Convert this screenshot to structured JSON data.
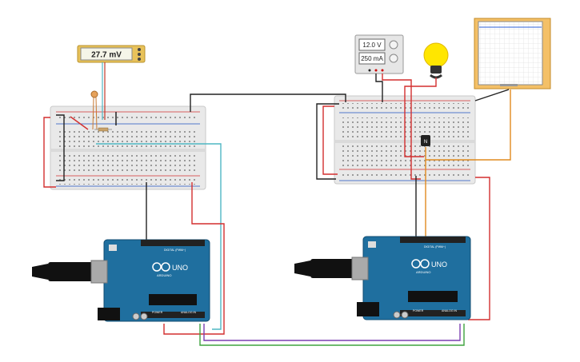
{
  "multimeter": {
    "reading": "27.7 mV"
  },
  "power_supply": {
    "voltage": "12.0 V",
    "current": "250 mA"
  },
  "arduino_left": {
    "brand": "ARDUINO",
    "model": "UNO",
    "digital_label": "DIGITAL (PWM~)",
    "power_label": "POWER",
    "analog_label": "ANALOG IN"
  },
  "arduino_right": {
    "brand": "ARDUINO",
    "model": "UNO",
    "digital_label": "DIGITAL (PWM~)",
    "power_label": "POWER",
    "analog_label": "ANALOG IN"
  },
  "colors": {
    "wire_red": "#d32f2f",
    "wire_black": "#222222",
    "wire_teal": "#4fb7c4",
    "wire_orange": "#e08a1e",
    "wire_green": "#3ea33e",
    "wire_purple": "#7a3fb0",
    "arduino_blue": "#1f6f9f",
    "breadboard": "#e9e9e9",
    "bulb": "#ffe600"
  }
}
